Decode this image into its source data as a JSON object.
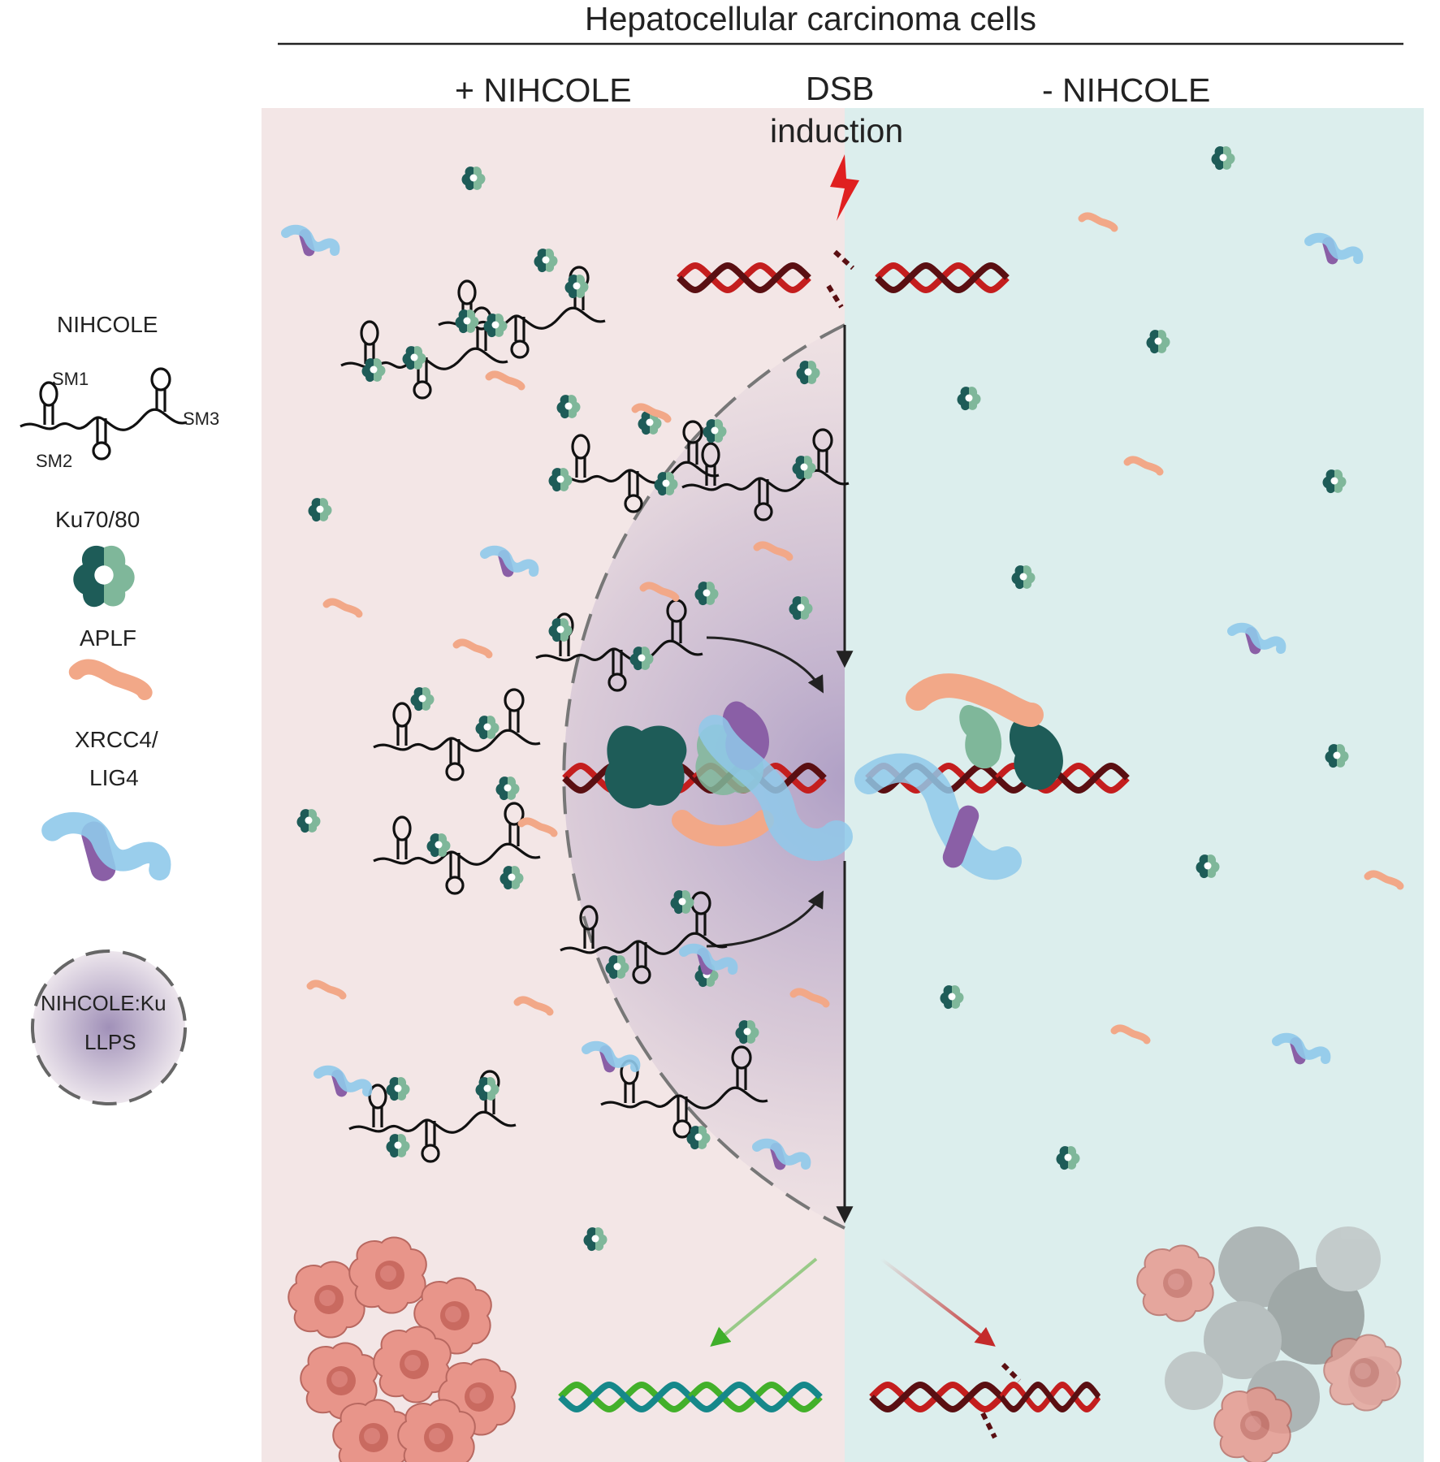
{
  "header": {
    "title": "Hepatocellular carcinoma cells"
  },
  "panels": {
    "left_label": "+ NIHCOLE",
    "center_label_line1": "DSB",
    "center_label_line2": "induction",
    "right_label": "- NIHCOLE"
  },
  "legend": {
    "nihcole": {
      "label": "NIHCOLE",
      "sm1": "SM1",
      "sm2": "SM2",
      "sm3": "SM3"
    },
    "ku": {
      "label": "Ku70/80"
    },
    "aplf": {
      "label": "APLF"
    },
    "xrcc4_line1": "XRCC4/",
    "xrcc4_line2": "LIG4",
    "llps_line1": "NIHCOLE:Ku",
    "llps_line2": "LLPS"
  },
  "colors": {
    "left_bg": "#f3e6e6",
    "right_bg": "#dceeed",
    "condensate": "#b9a6c8",
    "ku_dark": "#1e5c58",
    "ku_light": "#7fb79a",
    "aplf": "#f2a888",
    "xrcc4": "#8fc9ea",
    "lig4": "#8a5fa6",
    "dna_red": "#c41e1e",
    "dna_dark": "#5a0f12",
    "dna_green": "#43b02a",
    "dna_teal": "#16888a"
  }
}
